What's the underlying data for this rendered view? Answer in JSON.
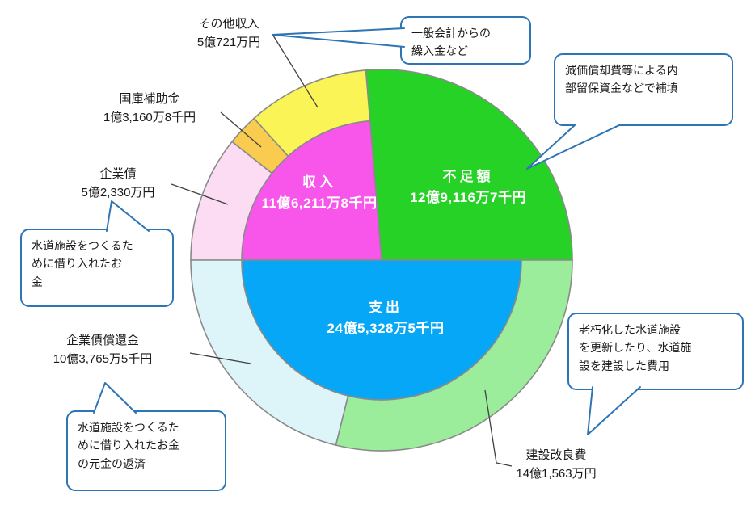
{
  "chart_data": {
    "type": "pie",
    "variant": "two-level donut (inner: totals, outer ring: breakdown)",
    "title": "",
    "units": "円 (amounts labeled in 億/万/千円)",
    "legend_position": "none (direct labels and callouts)",
    "inner_slices": [
      {
        "label": "収入",
        "amount": "11億6,211万8千円",
        "value_man_yen": 116211.8,
        "color": "#F855EB",
        "text_color": "#ffffff"
      },
      {
        "label": "不足額",
        "amount": "12億9,116万7千円",
        "value_man_yen": 129116.7,
        "color": "#26D226",
        "text_color": "#ffffff",
        "full_radius": true
      },
      {
        "label": "支出",
        "amount": "24億5,328万5千円",
        "value_man_yen": 245328.5,
        "color": "#06A7F6",
        "text_color": "#ffffff"
      }
    ],
    "outer_slices": [
      {
        "label": "その他収入",
        "amount": "5億721万円",
        "value_man_yen": 50721,
        "color": "#FAF456",
        "parent": "収入"
      },
      {
        "label": "国庫補助金",
        "amount": "1億3,160万8千円",
        "value_man_yen": 13160.8,
        "color": "#F9CB4F",
        "parent": "収入"
      },
      {
        "label": "企業債",
        "amount": "5億2,330万円",
        "value_man_yen": 52330,
        "color": "#FBDCF3",
        "parent": "収入"
      },
      {
        "label": "企業債償還金",
        "amount": "10億3,765万5千円",
        "value_man_yen": 103765.5,
        "color": "#DDF5F9",
        "parent": "支出"
      },
      {
        "label": "建設改良費",
        "amount": "14億1,563万円",
        "value_man_yen": 141563,
        "color": "#9BEC9B",
        "parent": "支出"
      }
    ],
    "callouts": [
      {
        "text": "一般会計からの\n繰入金など",
        "target": "その他収入"
      },
      {
        "text": "減価償却費等による内\n部留保資金などで補填",
        "target": "不足額"
      },
      {
        "text": "水道施設をつくるた\nめに借り入れたお\n金",
        "target": "企業債"
      },
      {
        "text": "水道施設をつくるた\nめに借り入れたお金\nの元金の返済",
        "target": "企業債償還金"
      },
      {
        "text": "老朽化した水道施設\nを更新したり、水道施\n設を建設した費用",
        "target": "建設改良費"
      }
    ]
  },
  "colors": {
    "slice_outline": "#8a8a8a",
    "callout_border": "#2E75B6",
    "leader_line": "#404040",
    "label_text": "#1a1a1a",
    "inner_label_text": "#ffffff",
    "background": "#ffffff"
  }
}
